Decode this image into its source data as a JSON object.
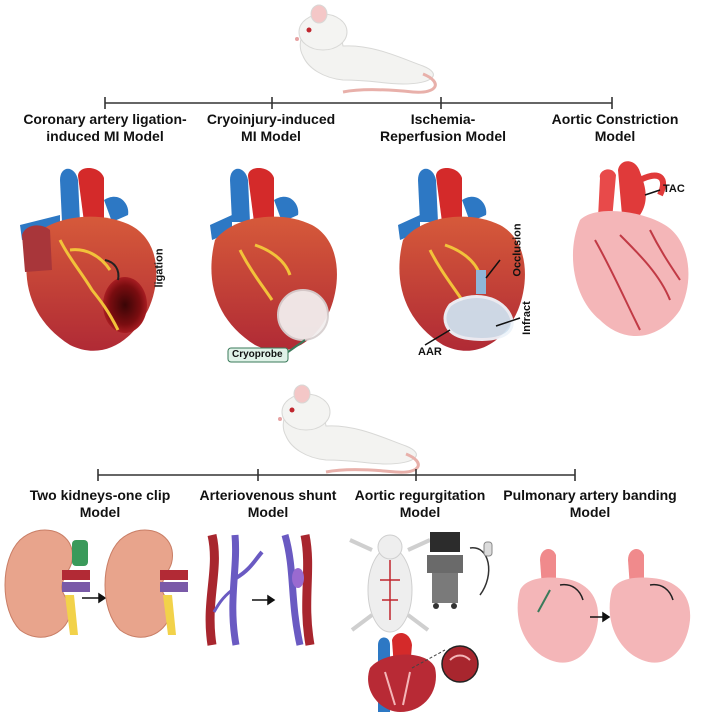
{
  "top_row": {
    "models": [
      {
        "line1": "Coronary artery ligation-",
        "line2": "induced MI Model"
      },
      {
        "line1": "Cryoinjury-induced",
        "line2": "MI Model"
      },
      {
        "line1": "Ischemia-",
        "line2": "Reperfusion Model"
      },
      {
        "line1": "Aortic Constriction",
        "line2": "Model"
      }
    ],
    "annotations": {
      "ligation": "ligation",
      "cryoprobe": "Cryoprobe",
      "occlusion": "Occlusion",
      "infract": "Infract",
      "aar": "AAR",
      "tac": "TAC"
    }
  },
  "bottom_row": {
    "models": [
      {
        "line1": "Two kidneys-one clip",
        "line2": "Model"
      },
      {
        "line1": "Arteriovenous shunt",
        "line2": "Model"
      },
      {
        "line1": "Aortic regurgitation",
        "line2": "Model"
      },
      {
        "line1": "Pulmonary artery banding",
        "line2": "Model"
      }
    ]
  },
  "colors": {
    "heart_red": "#c8323a",
    "aorta_red": "#d42a2a",
    "vein_blue": "#2d78c4",
    "heart_pink": "#f4b6b8",
    "kidney": "#e8a48c",
    "timeline": "#333333"
  }
}
